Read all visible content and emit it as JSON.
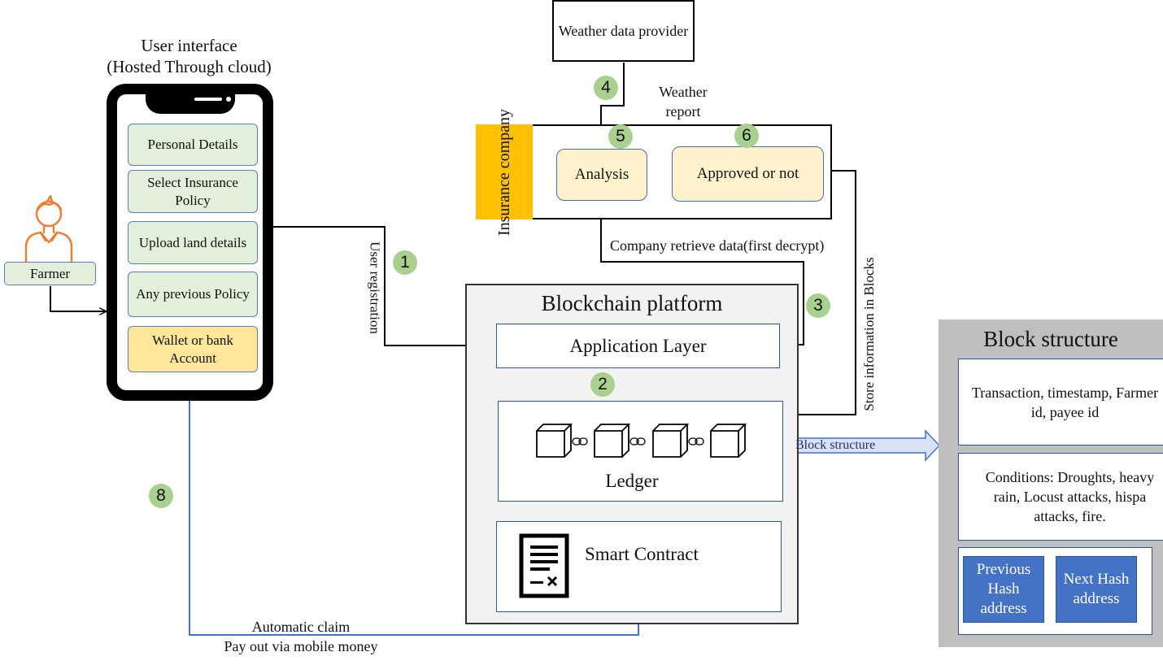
{
  "user_interface": {
    "title_line1": "User interface",
    "title_line2": "(Hosted Through cloud)",
    "fields": [
      "Personal Details",
      "Select Insurance Policy",
      "Upload land details",
      "Any previous Policy",
      "Wallet or bank Account"
    ]
  },
  "farmer": {
    "label": "Farmer"
  },
  "weather_provider": {
    "label": "Weather data provider"
  },
  "weather_report": {
    "line1": "Weather",
    "line2": "report"
  },
  "insurance": {
    "label": "Insurance company",
    "analysis": "Analysis",
    "decision": "Approved or not"
  },
  "blockchain": {
    "title": "Blockchain platform",
    "application_layer": "Application Layer",
    "ledger": "Ledger",
    "smart_contract": "Smart Contract",
    "block_structure_arrow": "Block structure"
  },
  "block_structure": {
    "title": "Block structure",
    "fields": "Transaction, timestamp, Farmer id, payee id",
    "conditions": "Conditions: Droughts, heavy rain, Locust attacks, hispa attacks, fire.",
    "previous_hash": "Previous Hash address",
    "next_hash": "Next Hash address"
  },
  "flows": {
    "user_registration": "User registration",
    "company_retrieve": "Company retrieve data(first decrypt)",
    "store_info": "Store information in Blocks",
    "automatic_claim": "Automatic claim",
    "pay_out": "Pay out via mobile money"
  },
  "steps": [
    "1",
    "2",
    "3",
    "4",
    "5",
    "6",
    "8"
  ]
}
